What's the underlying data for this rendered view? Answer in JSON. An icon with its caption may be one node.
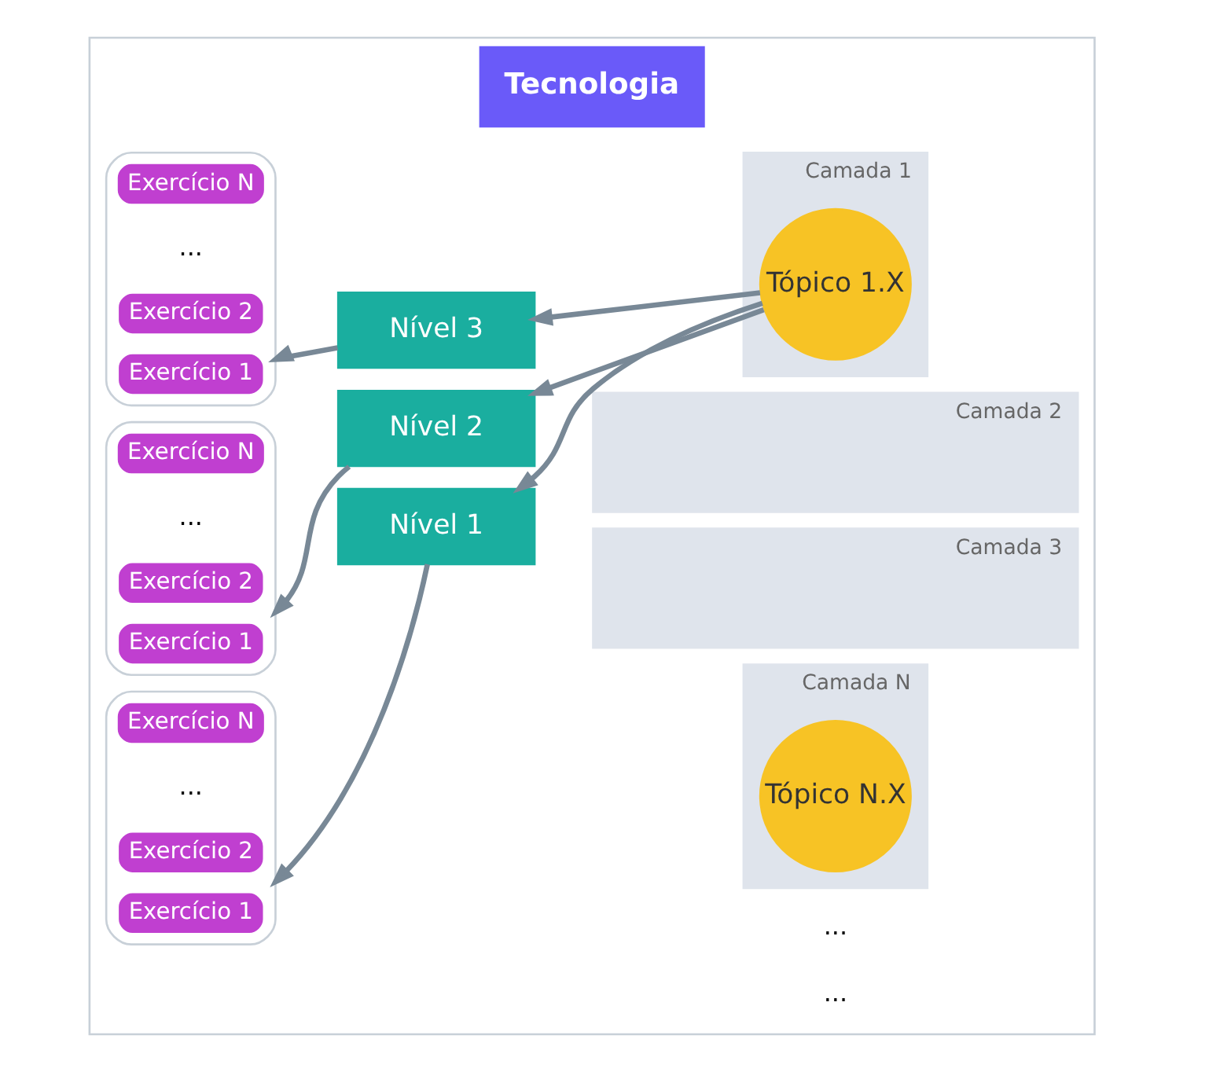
{
  "diagram": {
    "nodes": [
      {
        "text": [
          "Tecnologia"
        ]
      },
      {
        "text": [],
        "shape": "box",
        "in": 0
      },
      {
        "text": [
          "Exercício 1"
        ],
        "in": 1
      },
      {
        "text": [
          "Exercício 2"
        ],
        "in": 1
      },
      {
        "text": [
          "Exercício N"
        ],
        "in": 1
      },
      {
        "text": [],
        "shape": "box",
        "in": 0
      },
      {
        "text": [
          "Exercício 1"
        ],
        "in": 5
      },
      {
        "text": [
          "Exercício 2"
        ],
        "in": 5
      },
      {
        "text": [
          "Exercício N"
        ],
        "in": 5
      },
      {
        "text": [],
        "shape": "box",
        "in": 0
      },
      {
        "text": [
          "Exercício 1"
        ],
        "in": 9
      },
      {
        "text": [
          "Exercício 2"
        ],
        "in": 9
      },
      {
        "text": [
          "Exercício N"
        ],
        "in": 9
      },
      {
        "text": [
          "Nível 1"
        ],
        "in": 0
      },
      {
        "text": [
          "Nível 2"
        ],
        "in": 0
      },
      {
        "text": [
          "Nível 3"
        ],
        "in": 0
      },
      {
        "text": [
          "Camada 1"
        ],
        "in": 0
      },
      {
        "text": [
          "Tópico 1.X"
        ],
        "in": 16
      },
      {
        "text": [
          "Camada 2"
        ],
        "in": 0
      },
      {
        "text": [
          "Camada 3"
        ],
        "in": 0
      },
      {
        "text": [
          "Camada N"
        ],
        "in": 0
      },
      {
        "text": [
          "Tópico N.X"
        ],
        "in": 20
      }
    ],
    "edges": [
      {
        "from": 13,
        "to": 1,
        "arrow": "to"
      },
      {
        "from": 14,
        "to": 5,
        "arrow": "to"
      },
      {
        "from": 15,
        "to": 9,
        "arrow": "to"
      },
      {
        "from": 17,
        "to": 13,
        "arrow": "to"
      },
      {
        "from": 17,
        "to": 14,
        "arrow": "to"
      },
      {
        "from": 17,
        "to": 15,
        "arrow": "to"
      }
    ],
    "labels": [
      "...",
      "...",
      "...",
      "...",
      "..."
    ]
  }
}
